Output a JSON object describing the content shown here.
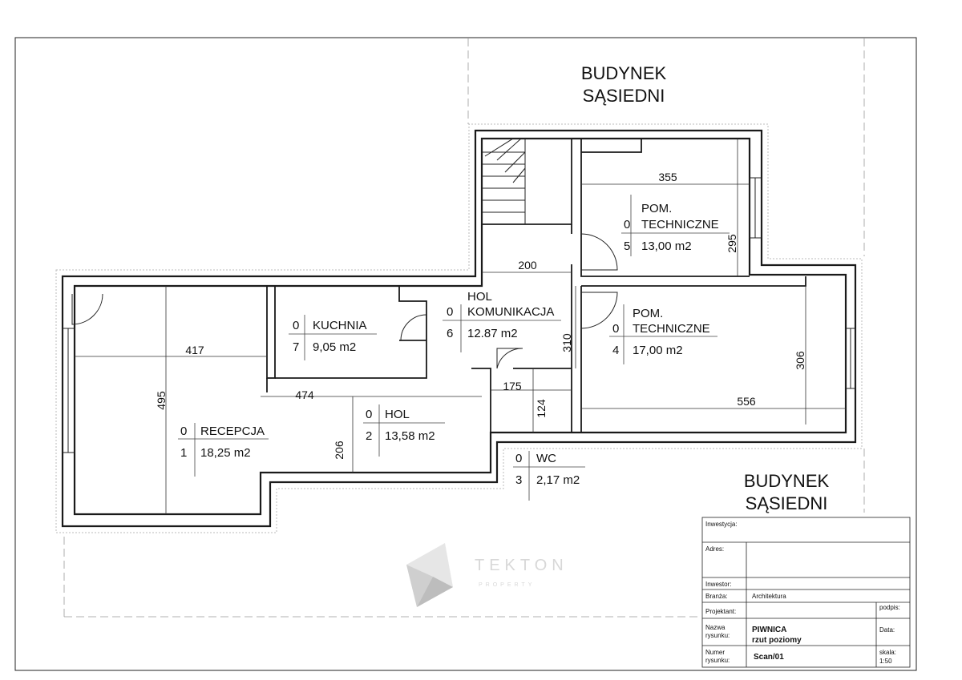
{
  "labels": {
    "neighbor_top_1": "BUDYNEK",
    "neighbor_top_2": "SĄSIEDNI",
    "neighbor_br_1": "BUDYNEK",
    "neighbor_br_2": "SĄSIEDNI"
  },
  "rooms": [
    {
      "level": "0",
      "no": "1",
      "name": "RECEPCJA",
      "area": "18,25 m2"
    },
    {
      "level": "0",
      "no": "2",
      "name": "HOL",
      "area": "13,58 m2"
    },
    {
      "level": "0",
      "no": "3",
      "name": "WC",
      "area": "2,17 m2"
    },
    {
      "level": "0",
      "no": "4",
      "name_1": "POM.",
      "name_2": "TECHNICZNE",
      "area": "17,00 m2"
    },
    {
      "level": "0",
      "no": "5",
      "name_1": "POM.",
      "name_2": "TECHNICZNE",
      "area": "13,00 m2"
    },
    {
      "level": "0",
      "no": "6",
      "name_1": "HOL",
      "name_2": "KOMUNIKACJA",
      "area": "12.87 m2"
    },
    {
      "level": "0",
      "no": "7",
      "name": "KUCHNIA",
      "area": "9,05 m2"
    }
  ],
  "dimensions": {
    "d355": "355",
    "d295": "295",
    "d200": "200",
    "d310": "310",
    "d306": "306",
    "d556": "556",
    "d175": "175",
    "d124": "124",
    "d417": "417",
    "d474": "474",
    "d495": "495",
    "d206": "206"
  },
  "watermark": {
    "name": "TEKTON",
    "sub": "PROPERTY"
  },
  "title_block": {
    "inwestycja": "Inwestycja:",
    "adres": "Adres:",
    "inwestor": "Inwestor:",
    "branza": "Branża:",
    "branza_value": "Architektura",
    "projektant": "Projektant:",
    "podpis": "podpis:",
    "nazwa_1": "Nazwa",
    "nazwa_2": "rysunku:",
    "nazwa_value_1": "PIWNICA",
    "nazwa_value_2": "rzut poziomy",
    "data": "Data:",
    "numer_1": "Numer",
    "numer_2": "rysunku:",
    "numer_value": "Scan/01",
    "skala_1": "skala:",
    "skala_2": "1:50"
  },
  "colors": {
    "wall": "#1a1a1a",
    "hatch": "#bbbbbb",
    "dim": "#333333"
  }
}
